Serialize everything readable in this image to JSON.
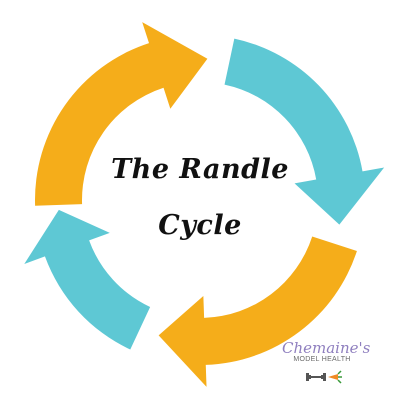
{
  "diagram": {
    "title_line_1": "The Randle",
    "title_line_2": "Cycle",
    "arrows": [
      {
        "name": "top-left-arrow",
        "color": "#F5AD1A"
      },
      {
        "name": "top-right-arrow",
        "color": "#5EC8D4"
      },
      {
        "name": "bottom-right-arrow",
        "color": "#F5AD1A"
      },
      {
        "name": "bottom-left-arrow",
        "color": "#5EC8D4"
      }
    ]
  },
  "logo": {
    "script_text": "Chemaine's",
    "sub_text": "MODEL HEALTH",
    "icons": [
      "dumbbell-icon",
      "carrot-icon"
    ]
  }
}
